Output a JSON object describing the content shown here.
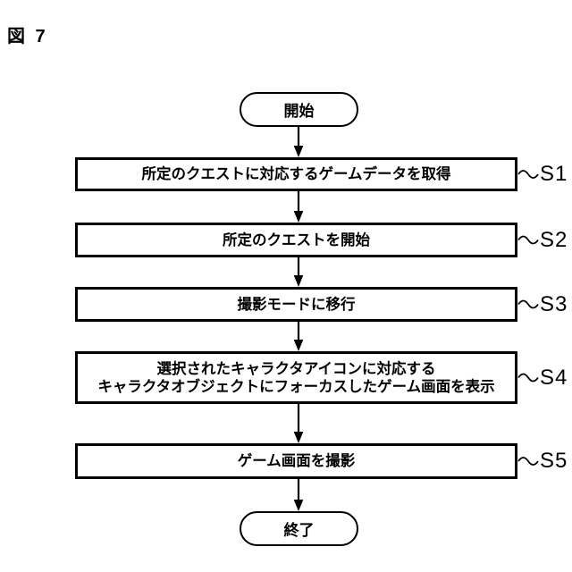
{
  "figure_label": "図 7",
  "colors": {
    "line": "#000000",
    "background": "#ffffff",
    "text": "#000000"
  },
  "flowchart": {
    "start": {
      "label": "開始"
    },
    "end": {
      "label": "終了"
    },
    "steps": [
      {
        "id": "S1",
        "lines": [
          "所定のクエストに対応するゲームデータを取得"
        ]
      },
      {
        "id": "S2",
        "lines": [
          "所定のクエストを開始"
        ]
      },
      {
        "id": "S3",
        "lines": [
          "撮影モードに移行"
        ]
      },
      {
        "id": "S4",
        "lines": [
          "選択されたキャラクタアイコンに対応する",
          "キャラクタオブジェクトにフォーカスしたゲーム画面を表示"
        ]
      },
      {
        "id": "S5",
        "lines": [
          "ゲーム画面を撮影"
        ]
      }
    ]
  }
}
